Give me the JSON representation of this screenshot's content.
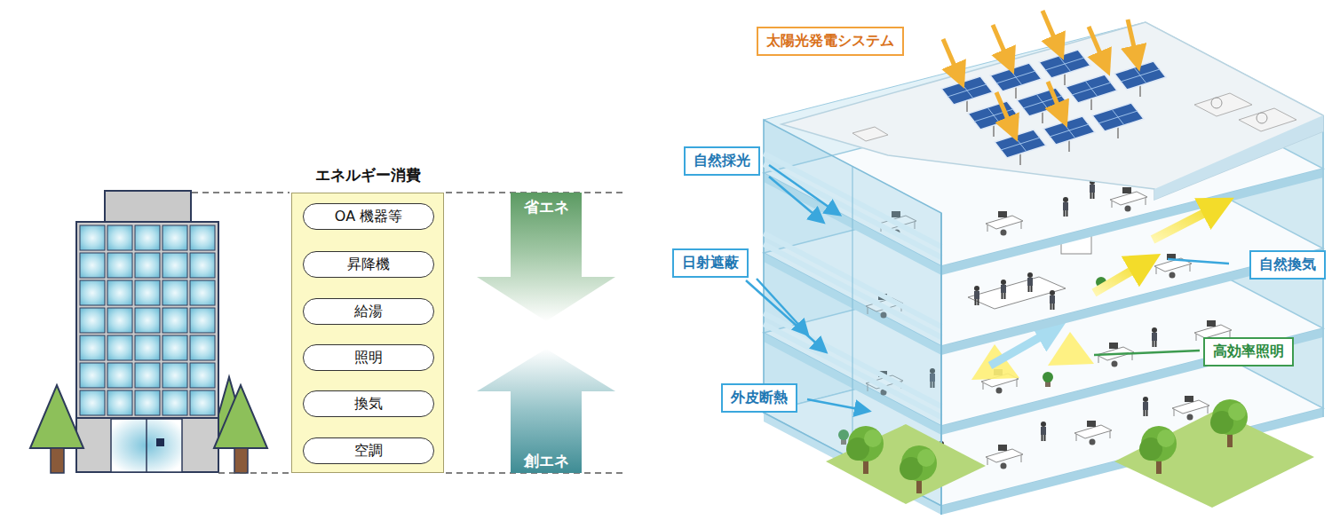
{
  "diagram": {
    "nodes": [
      {
        "text": [
          "エネルギー消費"
        ]
      },
      {
        "text": [
          "OA 機器等"
        ],
        "in": 0
      },
      {
        "text": [
          "昇降機"
        ],
        "in": 0
      },
      {
        "text": [
          "給湯"
        ],
        "in": 0
      },
      {
        "text": [
          "照明"
        ],
        "in": 0
      },
      {
        "text": [
          "換気"
        ],
        "in": 0
      },
      {
        "text": [
          "空調"
        ],
        "in": 0
      },
      {
        "text": [
          "太陽光発電システム"
        ]
      },
      {
        "text": [
          "自然採光"
        ]
      },
      {
        "text": [
          "日射遮蔽"
        ]
      },
      {
        "text": [
          "自然換気"
        ]
      },
      {
        "text": [
          "高効率照明"
        ]
      },
      {
        "text": [
          "外皮断熱"
        ]
      }
    ],
    "labels": [
      "省エネ",
      "創エネ"
    ]
  }
}
